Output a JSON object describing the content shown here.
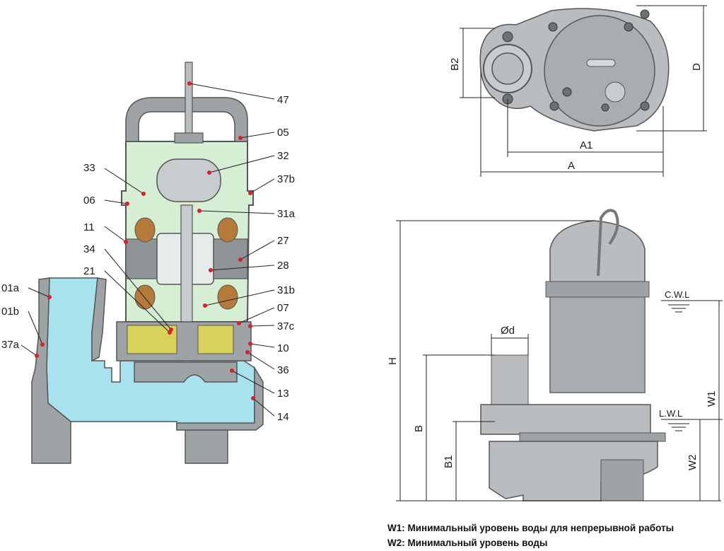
{
  "section_view": {
    "part_labels": [
      "47",
      "05",
      "32",
      "33",
      "37b",
      "06",
      "31a",
      "11",
      "27",
      "34",
      "28",
      "21",
      "31b",
      "01a",
      "07",
      "01b",
      "37c",
      "37a",
      "10",
      "36",
      "13",
      "14"
    ]
  },
  "top_view": {
    "dimensions": {
      "a": "A",
      "a1": "A1",
      "b2": "B2",
      "d": "D"
    }
  },
  "side_view": {
    "dimensions": {
      "h": "H",
      "b": "B",
      "b1": "B1",
      "w1": "W1",
      "w2": "W2",
      "od": "Ød"
    },
    "levels": {
      "cwl": "C.W.L",
      "lwl": "L.W.L"
    }
  },
  "notes": {
    "w1": "W1: Минимальный уровень воды для непрерывной работы",
    "w2": "W2: Минимальный уровень воды"
  },
  "colors": {
    "casing": "#b9bdc0",
    "casing_dark": "#7d8285",
    "water": "#a8e2ee",
    "motor": "#d6efd4",
    "seal": "#d9d25a",
    "marker": "#d8202a"
  }
}
